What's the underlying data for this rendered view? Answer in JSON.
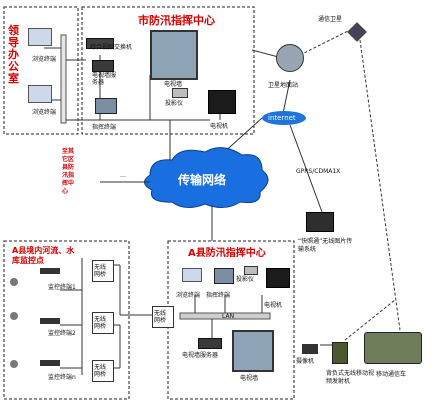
{
  "colors": {
    "accent_red": "#d40000",
    "cloud_blue": "#1a6fe0",
    "line": "#222222"
  },
  "leader_office": {
    "title": "领导办公室",
    "terminals": [
      "浏览终端",
      "浏览终端"
    ]
  },
  "city_center": {
    "title": "市防汛指挥中心",
    "switch": "综合视频交换机",
    "tv_server": "电视墙服务器",
    "tv_wall": "电视墙",
    "projector": "投影仪",
    "command_terminal": "指挥终端",
    "tv": "电视机"
  },
  "satellite": {
    "label": "通信卫星",
    "station": "卫星地面站"
  },
  "internet": {
    "label": "internet"
  },
  "network": {
    "label": "传输网络"
  },
  "other_centers": {
    "label": "至其它区县防汛指挥中心"
  },
  "ellipsis": "…",
  "gprs": {
    "label": "GPRS/CDMA1X"
  },
  "camera": {
    "label": "“快照通”无线图片传输系统"
  },
  "monitoring": {
    "title": "A县境内河流、水库监控点",
    "terminals": [
      "监控终端1",
      "监控终端2",
      "监控终端n"
    ],
    "bridges": [
      "无线网桥",
      "无线网桥",
      "无线网桥",
      "无线网桥"
    ]
  },
  "county_center": {
    "title": "A县防汛指挥中心",
    "browse_terminal": "浏览终端",
    "command_terminal": "指挥终端",
    "projector": "投影仪",
    "tv": "电视机",
    "lan": "LAN",
    "tv_server": "电视墙服务器",
    "tv_wall": "电视墙"
  },
  "field": {
    "camcorder": "摄像机",
    "backpack": "背负式无线移动视频发射机",
    "vehicle": "移动通信车"
  }
}
